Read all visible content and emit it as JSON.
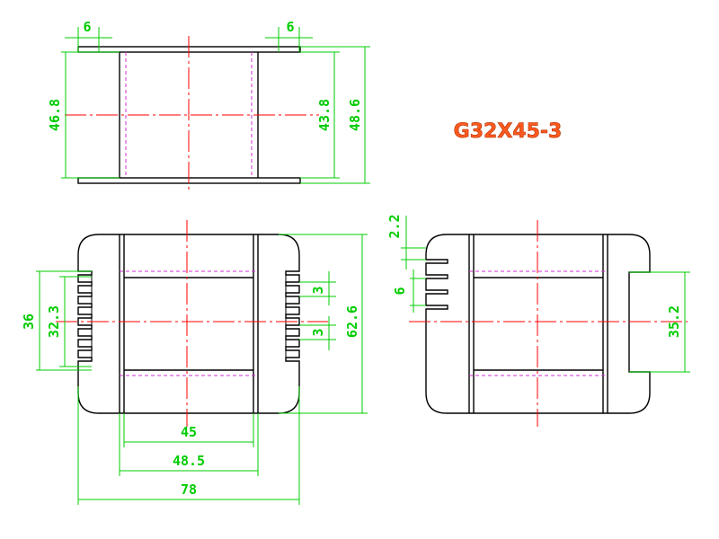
{
  "drawing": {
    "part_number": "G32X45-3",
    "top_view": {
      "flange_left": "6",
      "flange_right": "6",
      "height_outer_left": "46.8",
      "height_inner": "43.8",
      "height_outer_right": "48.6"
    },
    "front_view": {
      "height_36": "36",
      "height_32_3": "32.3",
      "slot_3_top": "3",
      "slot_3_bottom": "3",
      "height_62_6": "62.6",
      "width_45": "45",
      "width_48_5": "48.5",
      "width_78": "78"
    },
    "side_view": {
      "slot_2_2": "2.2",
      "pitch_6": "6",
      "height_35_2": "35.2"
    }
  },
  "colors": {
    "dimension": "#00cc00",
    "centerline": "#ff0000",
    "hidden": "#d02fd0",
    "outline": "#000000",
    "title": "#ff5a1f"
  }
}
